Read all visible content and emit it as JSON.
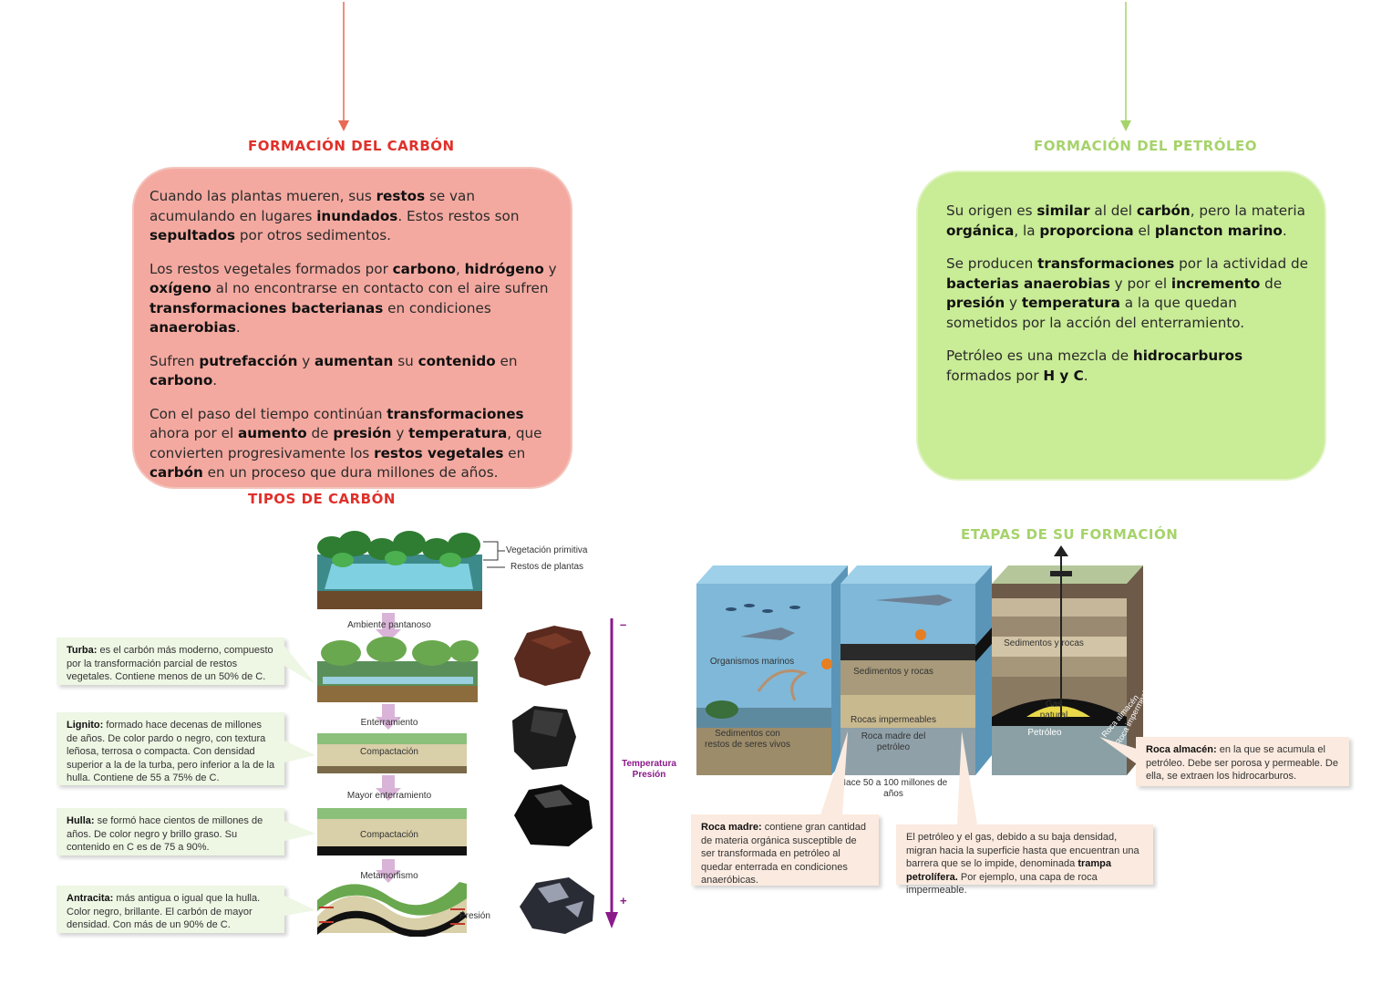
{
  "colors": {
    "red": "#e0302a",
    "green": "#a6d36a",
    "pink_box": "#f4a9a0",
    "green_box": "#c9ec96",
    "purple": "#8a1a8a"
  },
  "coal": {
    "heading": "FORMACIÓN DEL CARBÓN",
    "paragraphs": [
      [
        [
          "Cuando las plantas mueren, sus ",
          false
        ],
        [
          "restos",
          true
        ],
        [
          " se van acumulando en lugares ",
          false
        ],
        [
          "inundados",
          true
        ],
        [
          ". Estos restos son ",
          false
        ],
        [
          "sepultados",
          true
        ],
        [
          " por otros sedimentos.",
          false
        ]
      ],
      [
        [
          "Los restos vegetales formados por ",
          false
        ],
        [
          "carbono",
          true
        ],
        [
          ", ",
          false
        ],
        [
          "hidrógeno",
          true
        ],
        [
          " y ",
          false
        ],
        [
          "oxígeno",
          true
        ],
        [
          " al no encontrarse en contacto con el aire sufren ",
          false
        ],
        [
          "transformaciones bacterianas",
          true
        ],
        [
          " en condiciones ",
          false
        ],
        [
          "anaerobias",
          true
        ],
        [
          ".",
          false
        ]
      ],
      [
        [
          "Sufren ",
          false
        ],
        [
          "putrefacción",
          true
        ],
        [
          " y ",
          false
        ],
        [
          "aumentan",
          true
        ],
        [
          " su ",
          false
        ],
        [
          "contenido",
          true
        ],
        [
          " en ",
          false
        ],
        [
          "carbono",
          true
        ],
        [
          ".",
          false
        ]
      ],
      [
        [
          "Con el paso del tiempo continúan ",
          false
        ],
        [
          "transformaciones",
          true
        ],
        [
          " ahora por el ",
          false
        ],
        [
          "aumento",
          true
        ],
        [
          " de ",
          false
        ],
        [
          "presión",
          true
        ],
        [
          " y ",
          false
        ],
        [
          "temperatura",
          true
        ],
        [
          ", que convierten progresivamente los ",
          false
        ],
        [
          "restos vegetales",
          true
        ],
        [
          " en ",
          false
        ],
        [
          "carbón",
          true
        ],
        [
          " en un proceso que dura millones de años.",
          false
        ]
      ]
    ],
    "types_heading": "TIPOS DE CARBÓN"
  },
  "oil": {
    "heading": "FORMACIÓN DEL PETRÓLEO",
    "paragraphs": [
      [
        [
          "Su origen es ",
          false
        ],
        [
          "similar",
          true
        ],
        [
          " al del ",
          false
        ],
        [
          "carbón",
          true
        ],
        [
          ", pero la materia ",
          false
        ],
        [
          "orgánica",
          true
        ],
        [
          ", la ",
          false
        ],
        [
          "proporciona",
          true
        ],
        [
          " el ",
          false
        ],
        [
          "plancton marino",
          true
        ],
        [
          ".",
          false
        ]
      ],
      [
        [
          "Se producen ",
          false
        ],
        [
          "transformaciones",
          true
        ],
        [
          " por la actividad de ",
          false
        ],
        [
          "bacterias anaerobias",
          true
        ],
        [
          " y por el ",
          false
        ],
        [
          "incremento",
          true
        ],
        [
          " de ",
          false
        ],
        [
          "presión",
          true
        ],
        [
          " y ",
          false
        ],
        [
          "temperatura",
          true
        ],
        [
          " a la que quedan sometidos por la acción del enterramiento.",
          false
        ]
      ],
      [
        [
          "Petróleo es una mezcla de ",
          false
        ],
        [
          "hidrocarburos",
          true
        ],
        [
          " formados por ",
          false
        ],
        [
          "H y C",
          true
        ],
        [
          ".",
          false
        ]
      ]
    ],
    "stages_heading": "ETAPAS DE SU FORMACIÓN"
  },
  "coal_diagram": {
    "veg_label": "Vegetación primitiva",
    "remains_label": "Restos de plantas",
    "swamp_label": "Ambiente pantanoso",
    "burial_label": "Enterramiento",
    "compaction_label": "Compactación",
    "greater_burial_label": "Mayor enterramiento",
    "compaction2_label": "Compactación",
    "metamorphism_label": "Metamorfismo",
    "pressure_label": "Presión",
    "temp_label": "Temperatura",
    "press_label2": "Presión",
    "minus": "–",
    "plus": "+"
  },
  "coal_types": [
    [
      [
        "Turba:",
        true
      ],
      [
        " es el carbón más moderno, compuesto por la transformación parcial de restos vegetales. Contiene menos de un 50% de C.",
        false
      ]
    ],
    [
      [
        "Lignito:",
        true
      ],
      [
        " formado hace decenas de millones de años. De color pardo o negro, con textura leñosa, terrosa o compacta. Con densidad superior a la de la turba, pero inferior a la de la hulla. Contiene de 55 a 75% de C.",
        false
      ]
    ],
    [
      [
        "Hulla:",
        true
      ],
      [
        " se formó hace cientos de millones de años. De color negro y brillo graso. Su contenido en C es de 75 a 90%.",
        false
      ]
    ],
    [
      [
        "Antracita:",
        true
      ],
      [
        " más antigua o igual que la hulla. Color negro, brillante. El carbón de mayor densidad. Con más de un 90% de C.",
        false
      ]
    ]
  ],
  "oil_diagram": {
    "marine": "Organismos marinos",
    "sediments_remains": "Sedimentos con restos de seres vivos",
    "sediments_rocks": "Sedimentos y rocas",
    "impermeable": "Rocas impermeables",
    "source_rock": "Roca madre del petróleo",
    "sediments_rocks2": "Sedimentos y rocas",
    "gas": "Gas natural",
    "oil": "Petróleo",
    "cap_rock": "Roca impermeable",
    "reservoir": "Roca almacén",
    "time": "Hace 50 a 100 millones de años"
  },
  "oil_callouts": {
    "reservoir": [
      [
        "Roca almacén:",
        true
      ],
      [
        " en la que se acumula el petróleo. Debe ser porosa y permeable. De ella, se extraen los hidrocarburos.",
        false
      ]
    ],
    "source": [
      [
        "Roca madre:",
        true
      ],
      [
        " contiene gran cantidad de materia orgánica susceptible de ser transformada en petróleo al quedar enterrada en condiciones anaeróbicas.",
        false
      ]
    ],
    "trap": [
      [
        "El petróleo y el gas, debido a su baja densidad, migran hacia la superficie hasta que encuentran una barrera que se lo impide, denominada ",
        false
      ],
      [
        "trampa petrolífera.",
        true
      ],
      [
        " Por ejemplo, una capa de roca impermeable.",
        false
      ]
    ]
  }
}
